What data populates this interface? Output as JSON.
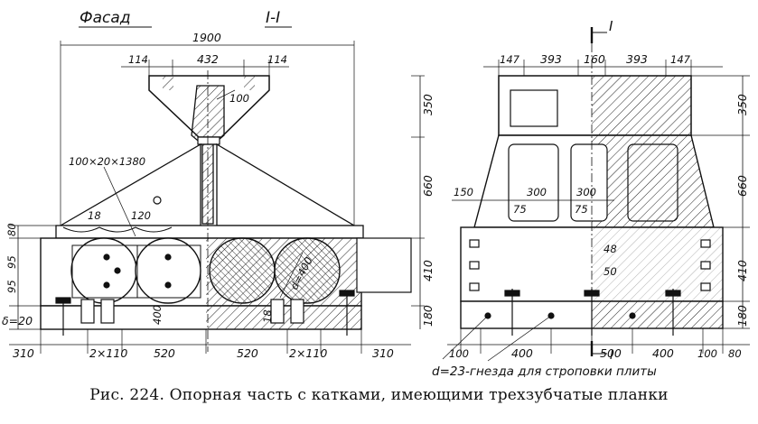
{
  "titles": {
    "facade": "Фасад",
    "section": "I-I"
  },
  "dims_left_top": {
    "overall": "1900",
    "d114a": "114",
    "d432": "432",
    "d114b": "114"
  },
  "labels_left": {
    "d100": "100",
    "plank": "100×20×1380",
    "d18": "18",
    "d120": "120",
    "d400v": "400",
    "d18b": "18",
    "diam": "d=400",
    "delta": "δ=20",
    "d95a": "95",
    "d95b": "95",
    "d80": "80"
  },
  "dims_left_bottom": [
    "310",
    "2×110",
    "520",
    "520",
    "2×110",
    "310"
  ],
  "dims_right_top": [
    "147",
    "393",
    "160",
    "393",
    "147"
  ],
  "section_mark": "I",
  "labels_right": {
    "d150": "150",
    "d75a": "75",
    "d300a": "300",
    "d300b": "300",
    "d75b": "75",
    "d48": "48",
    "d50": "50"
  },
  "dims_right_side": [
    "350",
    "660",
    "410",
    "180"
  ],
  "dims_left_side": [
    "350",
    "660",
    "410",
    "180"
  ],
  "dims_right_bottom": [
    "100",
    "400",
    "500",
    "400",
    "100",
    "80"
  ],
  "note": "d=23-гнезда для строповки плиты",
  "caption": "Рис. 224. Опорная часть с катками, имеющими трехзубчатые планки",
  "colors": {
    "ink": "#111111",
    "paper": "#ffffff"
  }
}
